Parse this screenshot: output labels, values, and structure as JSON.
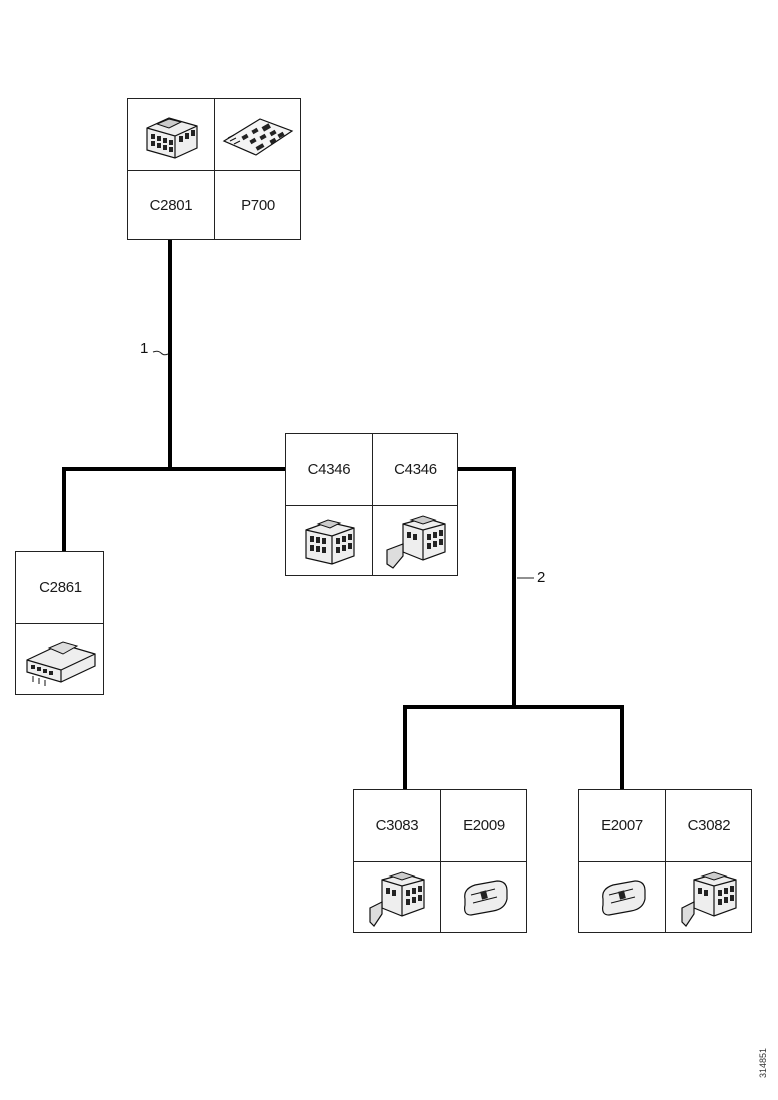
{
  "connectors": {
    "c2801": "C2801",
    "p700": "P700",
    "c2861": "C2861",
    "c4346_a": "C4346",
    "c4346_b": "C4346",
    "c3083": "C3083",
    "e2009": "E2009",
    "e2007": "E2007",
    "c3082": "C3082"
  },
  "callouts": {
    "one": "1",
    "two": "2"
  },
  "figure_ref": "314851",
  "icons": {
    "multi_pin_block": "multi-pin-connector-icon",
    "circuit_board": "circuit-board-icon",
    "flat_plug": "flat-plug-connector-icon",
    "small_oval": "oval-connector-icon",
    "angled_block": "angled-connector-icon"
  }
}
